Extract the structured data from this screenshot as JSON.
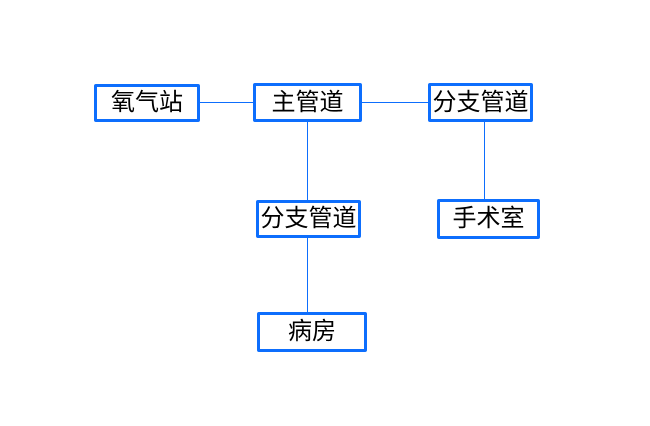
{
  "diagram": {
    "type": "flowchart",
    "nodes": [
      {
        "id": "oxygen-station",
        "label": "氧气站"
      },
      {
        "id": "main-pipeline",
        "label": "主管道"
      },
      {
        "id": "branch-pipeline-right",
        "label": "分支管道"
      },
      {
        "id": "branch-pipeline-center",
        "label": "分支管道"
      },
      {
        "id": "operating-room",
        "label": "手术室"
      },
      {
        "id": "ward",
        "label": "病房"
      }
    ],
    "edges": [
      {
        "from": "oxygen-station",
        "to": "main-pipeline",
        "orientation": "horizontal"
      },
      {
        "from": "main-pipeline",
        "to": "branch-pipeline-right",
        "orientation": "horizontal"
      },
      {
        "from": "main-pipeline",
        "to": "branch-pipeline-center",
        "orientation": "vertical"
      },
      {
        "from": "branch-pipeline-right",
        "to": "operating-room",
        "orientation": "vertical"
      },
      {
        "from": "branch-pipeline-center",
        "to": "ward",
        "orientation": "vertical"
      }
    ]
  },
  "colors": {
    "node_border": "#0d6efd",
    "edge_line": "#0d6efd",
    "text": "#000000",
    "background": "#ffffff"
  }
}
